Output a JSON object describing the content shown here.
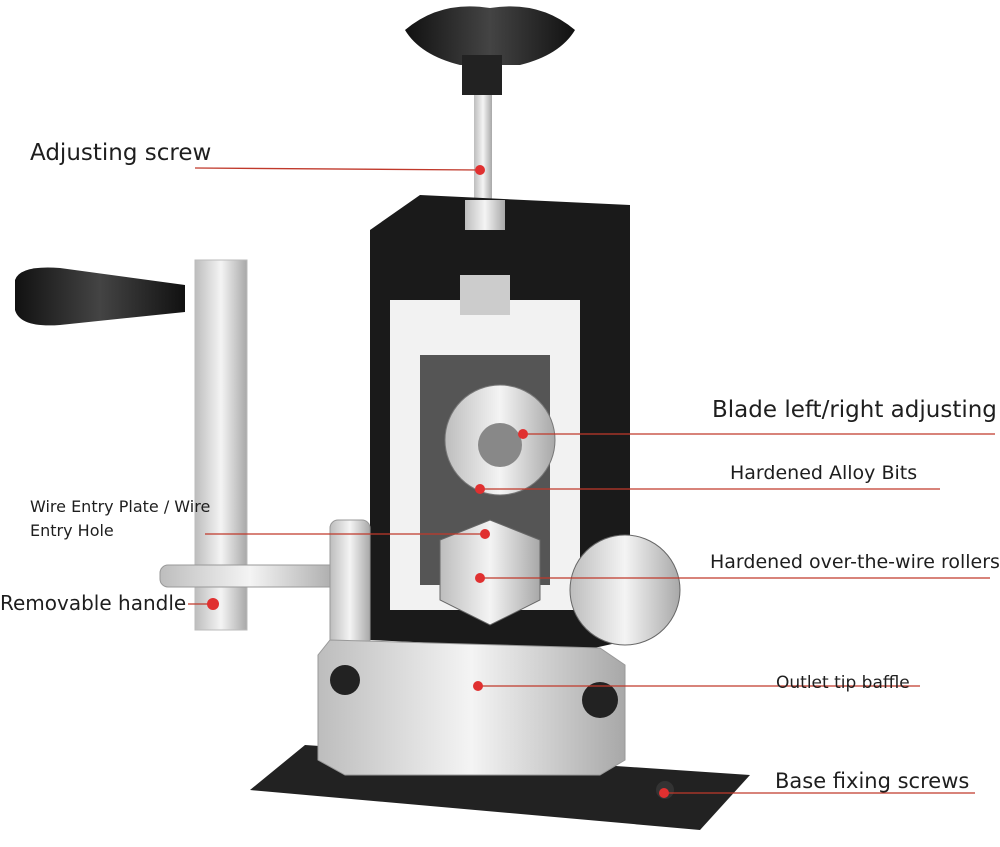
{
  "labels": {
    "adjusting_screw": "Adjusting screw",
    "blade_nut": "Blade left/right adjusting nut",
    "alloy_bits": "Hardened Alloy Bits",
    "wire_entry": "Wire Entry Plate / Wire Entry Hole",
    "rollers": "Hardened over-the-wire rollers",
    "handle": "Removable handle",
    "outlet": "Outlet tip baffle",
    "base_screws": "Base fixing screws"
  },
  "colors": {
    "leader": "#c0392b",
    "dot": "#e03030",
    "frame": "#1a1a1a",
    "metal": "#d8d8d8"
  }
}
